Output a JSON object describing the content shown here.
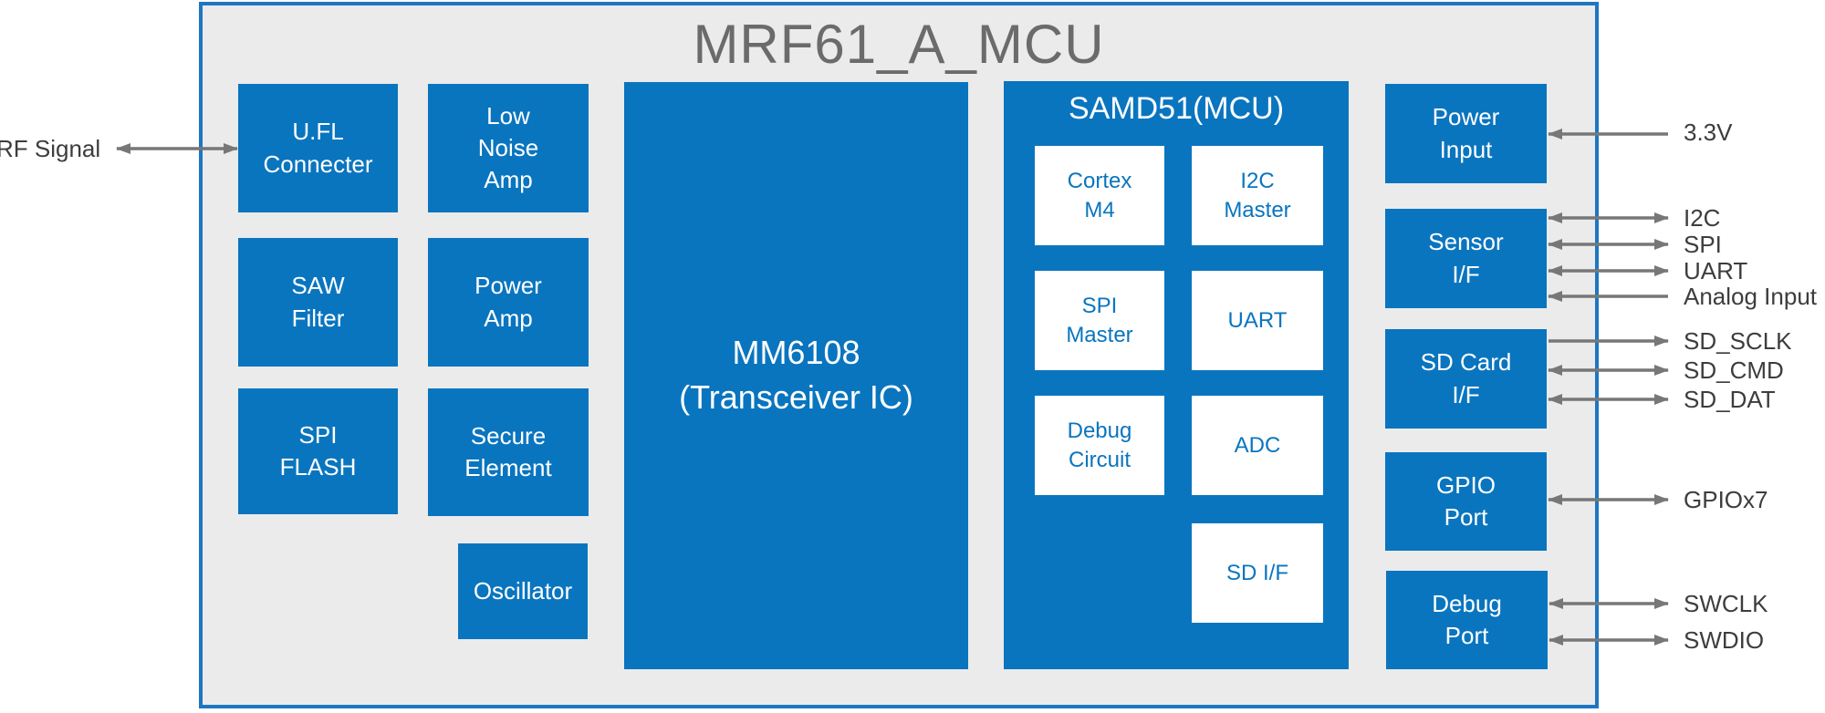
{
  "title": "MRF61_A_MCU",
  "rf": {
    "label": "RF Signal"
  },
  "blocks": {
    "ufl": "U.FL\nConnecter",
    "lna": "Low\nNoise\nAmp",
    "saw": "SAW\nFilter",
    "pa": "Power\nAmp",
    "flash": "SPI\nFLASH",
    "secure": "Secure\nElement",
    "osc": "Oscillator",
    "transceiver": "MM6108\n(Transceiver IC)"
  },
  "mcu": {
    "title": "SAMD51(MCU)",
    "cortex": "Cortex\nM4",
    "i2c": "I2C\nMaster",
    "spi": "SPI\nMaster",
    "uart": "UART",
    "debug": "Debug\nCircuit",
    "adc": "ADC",
    "sd": "SD I/F"
  },
  "ports": {
    "power": "Power\nInput",
    "sensor": "Sensor\nI/F",
    "sdcard": "SD Card\nI/F",
    "gpio": "GPIO\nPort",
    "debug": "Debug\nPort"
  },
  "signals": {
    "v33": "3.3V",
    "i2c": "I2C",
    "spi": "SPI",
    "uart": "UART",
    "analog": "Analog Input",
    "sd_sclk": "SD_SCLK",
    "sd_cmd": "SD_CMD",
    "sd_dat": "SD_DAT",
    "gpio": "GPIOx7",
    "swclk": "SWCLK",
    "swdio": "SWDIO"
  },
  "colors": {
    "block_blue": "#0a75bf",
    "border_blue": "#1d76c1",
    "module_bg": "#ebebeb",
    "arrow_gray": "#777777"
  }
}
